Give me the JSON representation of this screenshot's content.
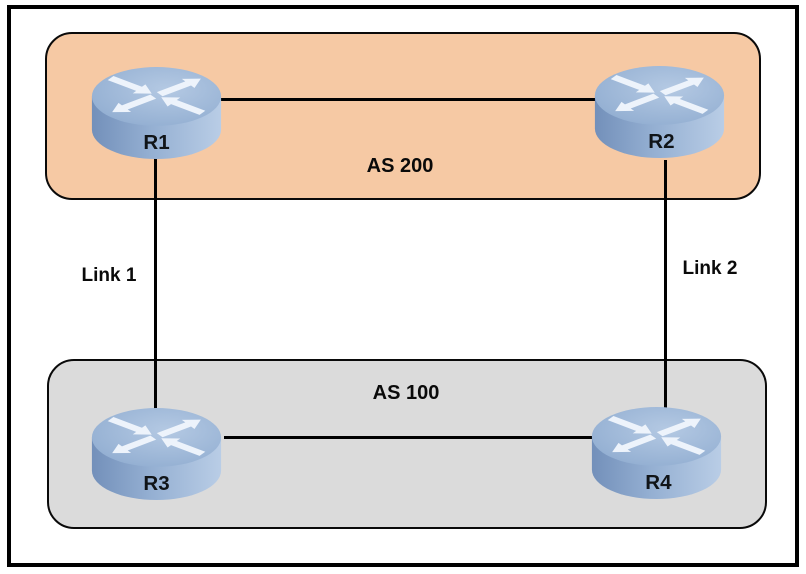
{
  "diagram": {
    "as_groups": [
      {
        "label": "AS 200",
        "fill": "#F6C9A4",
        "members": [
          "R1",
          "R2"
        ]
      },
      {
        "label": "AS 100",
        "fill": "#DBDBDB",
        "members": [
          "R3",
          "R4"
        ]
      }
    ],
    "routers": [
      {
        "label": "R1",
        "as": "AS 200"
      },
      {
        "label": "R2",
        "as": "AS 200"
      },
      {
        "label": "R3",
        "as": "AS 100"
      },
      {
        "label": "R4",
        "as": "AS 100"
      }
    ],
    "links": [
      {
        "label": "Link 1",
        "from": "R1",
        "to": "R3"
      },
      {
        "label": "Link 2",
        "from": "R2",
        "to": "R4"
      },
      {
        "label": "",
        "from": "R1",
        "to": "R2"
      },
      {
        "label": "",
        "from": "R3",
        "to": "R4"
      }
    ],
    "colors": {
      "frame_border": "#000000",
      "link_line": "#000000",
      "router_top": "#9FB9DA",
      "router_side": "#7E9CC4",
      "router_arrow": "#EDF3FB"
    }
  }
}
